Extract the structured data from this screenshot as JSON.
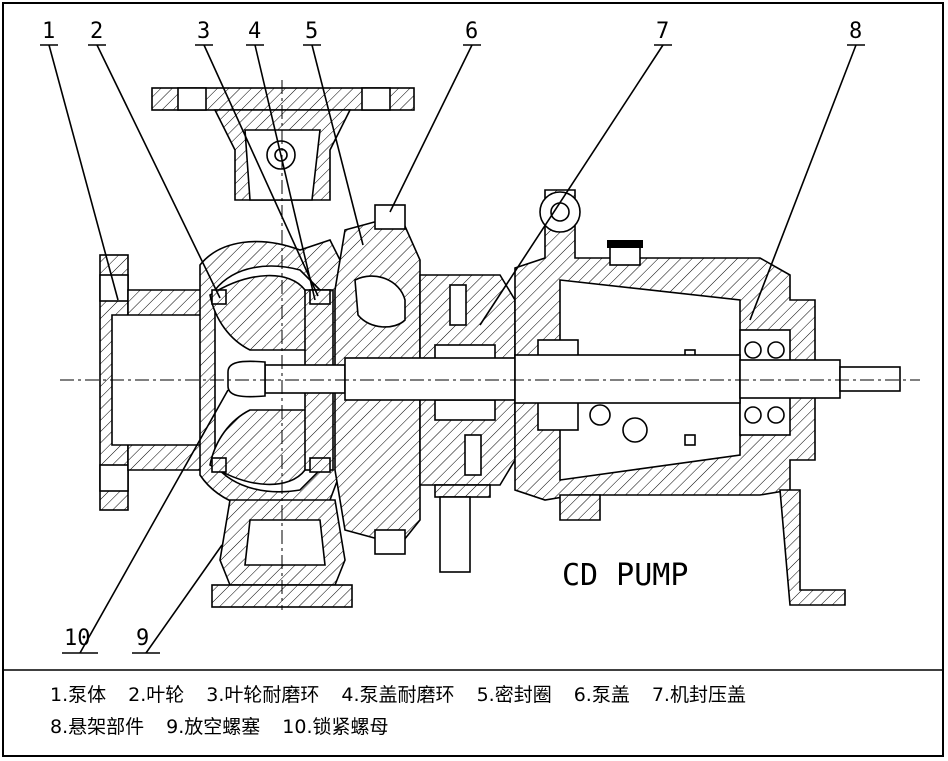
{
  "callouts": [
    "1",
    "2",
    "3",
    "4",
    "5",
    "6",
    "7",
    "8",
    "9",
    "10"
  ],
  "title": "CD PUMP",
  "legend_row1": [
    "1.泵体",
    "2.叶轮",
    "3.叶轮耐磨环",
    "4.泵盖耐磨环",
    "5.密封圈",
    "6.泵盖",
    "7.机封压盖"
  ],
  "legend_row2": [
    "8.悬架部件",
    "9.放空螺塞",
    "10.锁紧螺母"
  ]
}
